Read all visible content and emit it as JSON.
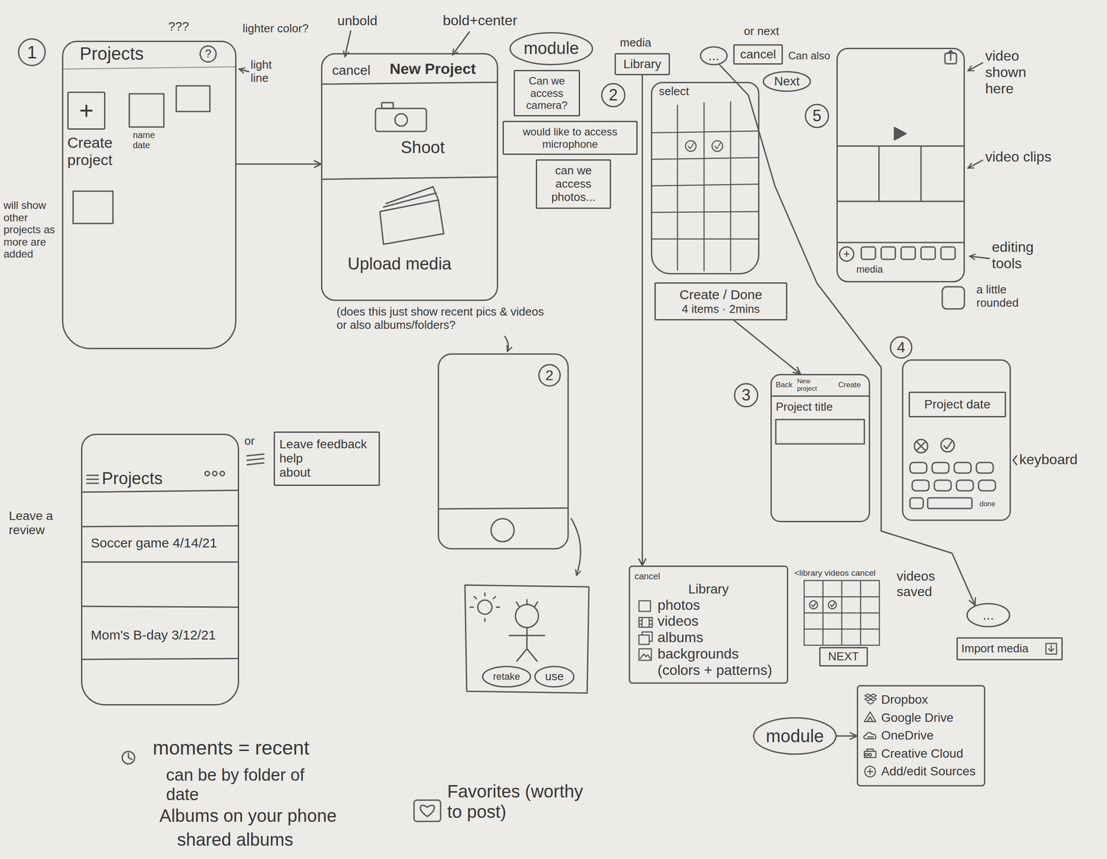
{
  "diagram": {
    "nodes": [
      {
        "text": [
          "1"
        ]
      },
      {
        "text": [
          "Projects"
        ]
      },
      {
        "text": [
          "?"
        ],
        "in": 1
      },
      {
        "text": [
          "+"
        ],
        "in": 1
      },
      {
        "text": [
          "cancel",
          "New Project",
          "Shoot",
          "Upload media"
        ]
      },
      {
        "text": [
          "module"
        ]
      },
      {
        "text": [
          "Can we access camera?"
        ]
      },
      {
        "text": [
          "would like to access microphone"
        ]
      },
      {
        "text": [
          "can we access photos..."
        ]
      },
      {
        "text": [
          "2"
        ]
      },
      {
        "text": [
          "Library"
        ]
      },
      {
        "text": [
          "..."
        ]
      },
      {
        "text": [
          "cancel"
        ]
      },
      {
        "text": [
          "Next"
        ]
      },
      {
        "text": [
          "select"
        ]
      },
      {
        "text": [
          "Create / Done",
          "4 items · 2mins"
        ]
      },
      {
        "text": [
          "5"
        ]
      },
      {
        "text": [
          "media"
        ]
      },
      {
        "text": [
          "+"
        ],
        "in": 17
      },
      {
        "text": [
          "2"
        ]
      },
      {
        "text": [
          "3"
        ]
      },
      {
        "text": [
          "Back",
          "New project",
          "Create",
          "Project title"
        ]
      },
      {
        "text": [
          "4"
        ]
      },
      {
        "text": [
          "done"
        ]
      },
      {
        "text": [
          "Project date"
        ],
        "in": 23
      },
      {
        "text": [
          "Projects",
          "Soccer game 4/14/21",
          "Mom's B-day 3/12/21"
        ]
      },
      {
        "text": [
          "Leave feedback",
          "help",
          "about"
        ]
      },
      {
        "text": [
          "retake"
        ]
      },
      {
        "text": [
          "use"
        ]
      },
      {
        "text": [
          "cancel",
          "Library",
          "photos",
          "videos",
          "albums",
          "backgrounds (colors + patterns)"
        ]
      },
      {
        "text": [
          "<library videos cancel"
        ]
      },
      {
        "text": [
          "NEXT"
        ]
      },
      {
        "text": [
          "..."
        ]
      },
      {
        "text": [
          "Import media"
        ]
      },
      {
        "text": [
          "module"
        ]
      },
      {
        "text": [
          "Dropbox",
          "Google Drive",
          "OneDrive",
          "Creative Cloud",
          "Add/edit Sources"
        ]
      }
    ],
    "edges": [
      {
        "from": 1,
        "to": 4,
        "arrow": "to"
      },
      {
        "from": 10,
        "to": 29,
        "arrow": "to"
      },
      {
        "from": 11,
        "to": 32,
        "arrow": "to"
      },
      {
        "from": 15,
        "to": 21,
        "arrow": "to"
      },
      {
        "from": 34,
        "to": 35,
        "arrow": "to"
      }
    ],
    "labels": [
      "???",
      "lighter color?",
      "light line",
      "Create project",
      "name date",
      "will show other projects as more are added",
      "unbold",
      "bold+center",
      "(does this just show recent pics & videos or also albums/folders?",
      "media",
      "or next",
      "Can also",
      "video shown here",
      "video clips",
      "editing tools",
      "a little rounded",
      "keyboard",
      "or",
      "Leave a review",
      "videos saved",
      "moments = recent",
      "can be by folder of date",
      "Albums on your phone",
      "shared albums",
      "Favorites (worthy to post)"
    ]
  }
}
